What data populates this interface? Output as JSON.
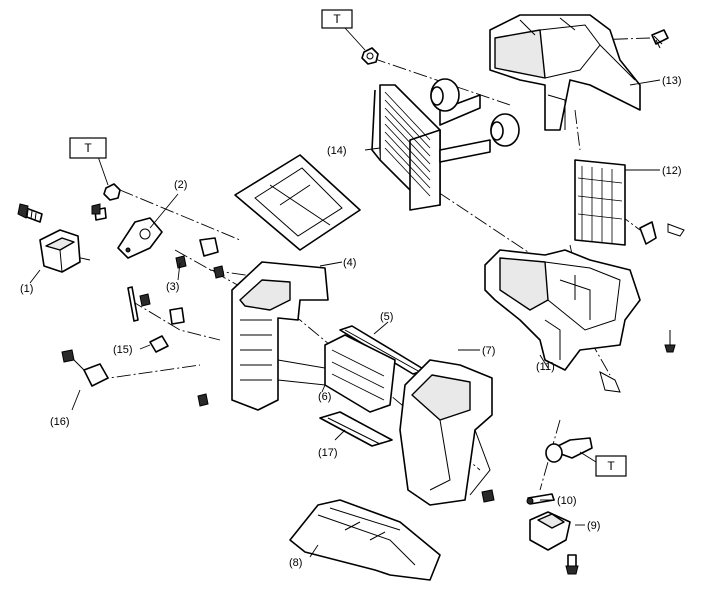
{
  "labels": {
    "l1": "(1)",
    "l2": "(2)",
    "l3": "(3)",
    "l4": "(4)",
    "l5": "(5)",
    "l6": "(6)",
    "l7": "(7)",
    "l8": "(8)",
    "l9": "(9)",
    "l10": "(10)",
    "l11": "(11)",
    "l12": "(12)",
    "l13": "(13)",
    "l14": "(14)",
    "l15": "(15)",
    "l16": "(16)",
    "l17": "(17)"
  },
  "torque_marks": {
    "top": "T",
    "left": "T",
    "bottom": "T"
  }
}
